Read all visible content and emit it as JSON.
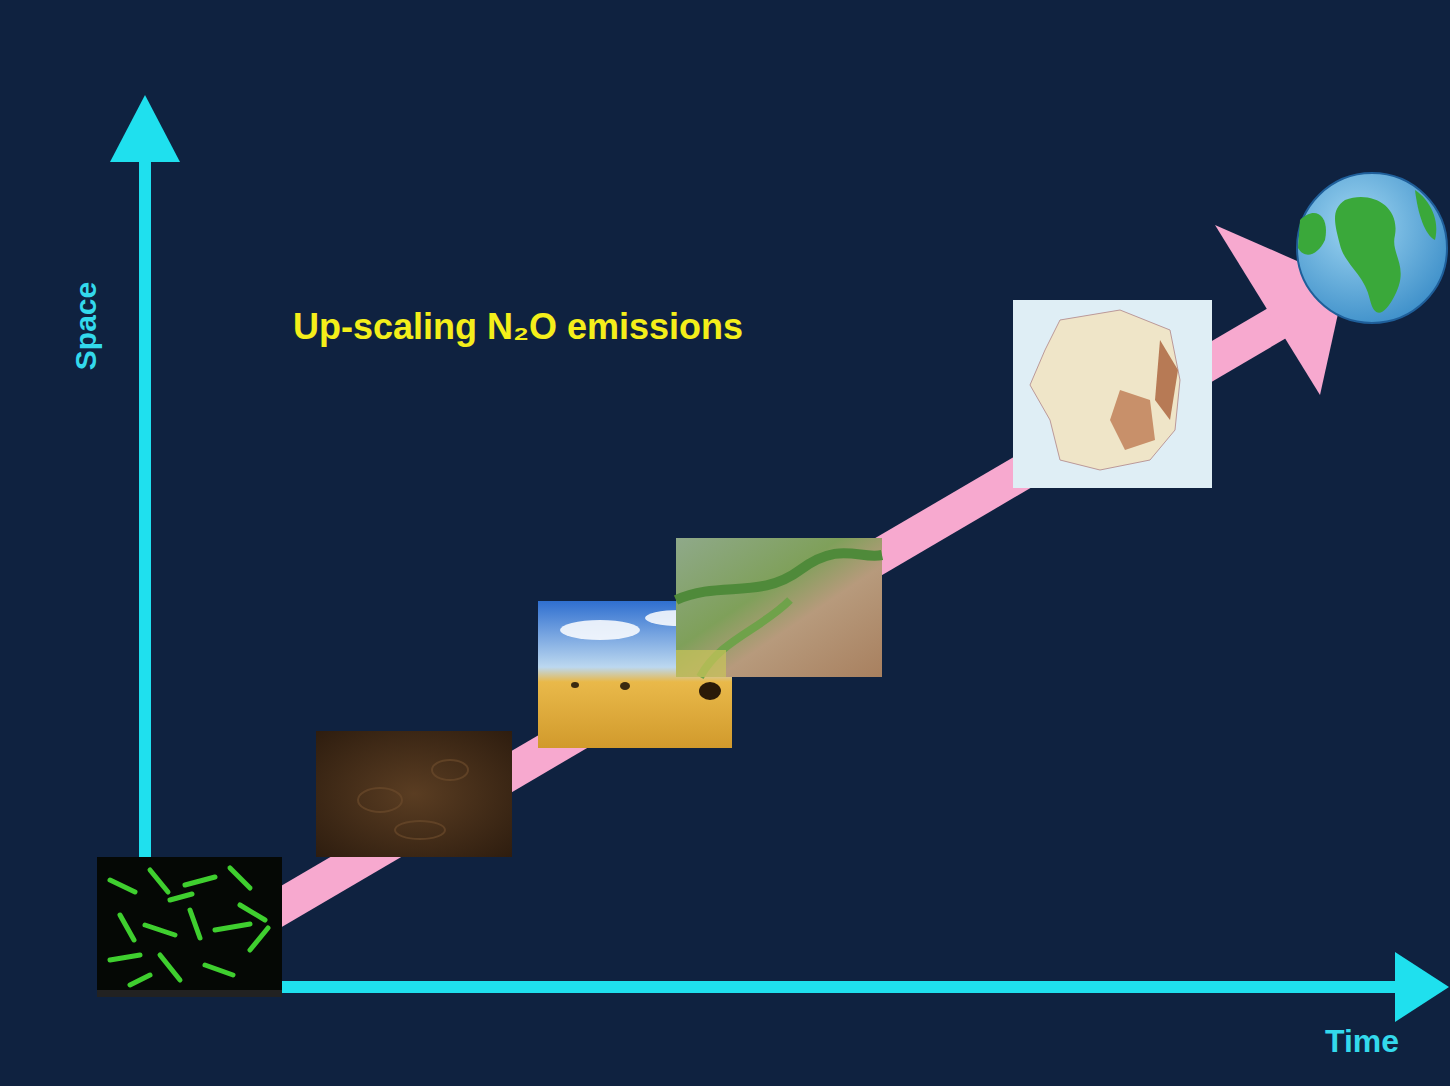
{
  "diagram": {
    "title": "Up-scaling N₂O emissions",
    "labels": [
      "Space",
      "Time"
    ]
  }
}
